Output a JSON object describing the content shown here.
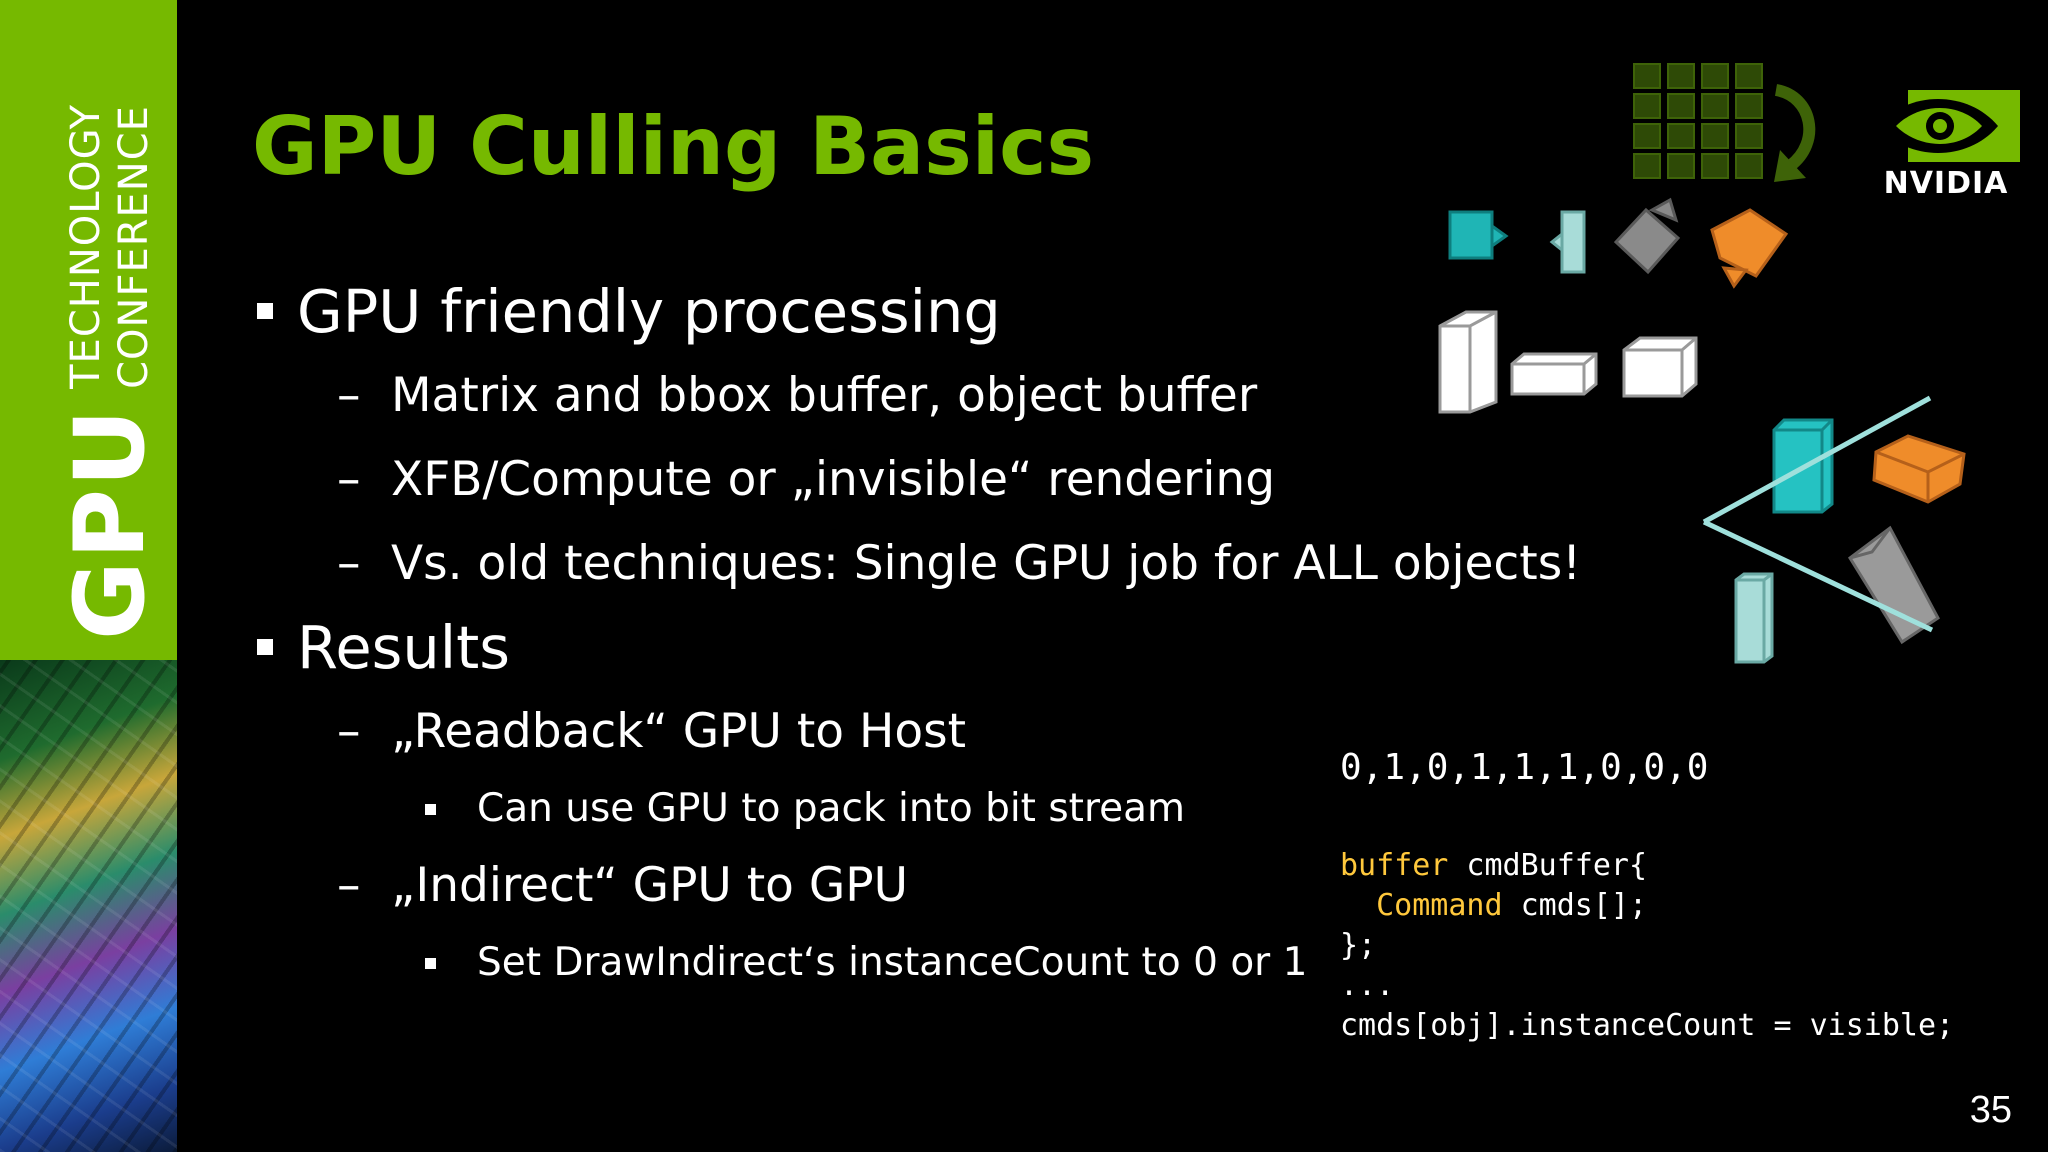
{
  "sidebar": {
    "logo_main": "GPU",
    "logo_line1": "TECHNOLOGY",
    "logo_line2": "CONFERENCE"
  },
  "brand": {
    "logo_text": "NVIDIA",
    "accent": "#76b900",
    "keyword_color": "#ffc83c"
  },
  "title": "GPU Culling Basics",
  "bullets": [
    {
      "text": "GPU friendly processing",
      "sub": [
        {
          "text": "Matrix and bbox buffer, object buffer"
        },
        {
          "text": "XFB/Compute or „invisible“ rendering"
        },
        {
          "text": "Vs. old techniques: Single GPU job for ALL objects!"
        }
      ]
    },
    {
      "text": "Results",
      "sub": [
        {
          "text": "„Readback“ GPU to Host",
          "sub": [
            {
              "text": "Can use GPU to pack into bit stream"
            }
          ]
        },
        {
          "text": "„Indirect“ GPU to GPU",
          "sub": [
            {
              "text": "Set DrawIndirect‘s instanceCount to 0 or 1"
            }
          ]
        }
      ]
    }
  ],
  "code": {
    "bits": "0,1,0,1,1,1,0,0,0",
    "kw_buffer": "buffer",
    "line1_rest": " cmdBuffer{",
    "line2_indent": "  ",
    "kw_command": "Command",
    "line2_rest": " cmds[];",
    "line3": "};",
    "line4": "...",
    "line5": "cmds[obj].instanceCount = visible;"
  },
  "page_number": "35",
  "dash": "–"
}
